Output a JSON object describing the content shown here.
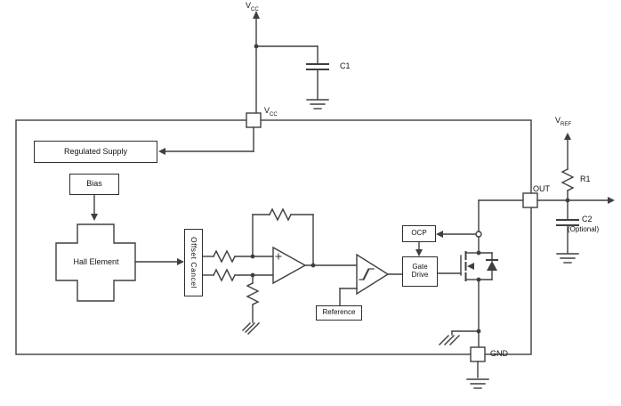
{
  "colors": {
    "line": "#3f3f3f",
    "bg": "#ffffff",
    "text": "#111111"
  },
  "blocks": {
    "regulated_supply": "Regulated Supply",
    "bias": "Bias",
    "hall_element": "Hall Element",
    "offset_cancel": "Offset Cancel",
    "reference": "Reference",
    "ocp": "OCP",
    "gate_drive": "Gate Drive"
  },
  "pins": {
    "vcc_main": "V",
    "vcc_sub": "CC",
    "out": "OUT",
    "gnd": "GND"
  },
  "rails": {
    "vcc_top_main": "V",
    "vcc_top_sub": "CC",
    "vref_main": "V",
    "vref_sub": "REF"
  },
  "components": {
    "c1": "C1",
    "r1": "R1",
    "c2": "C2",
    "c2_note": "(Optional)"
  }
}
